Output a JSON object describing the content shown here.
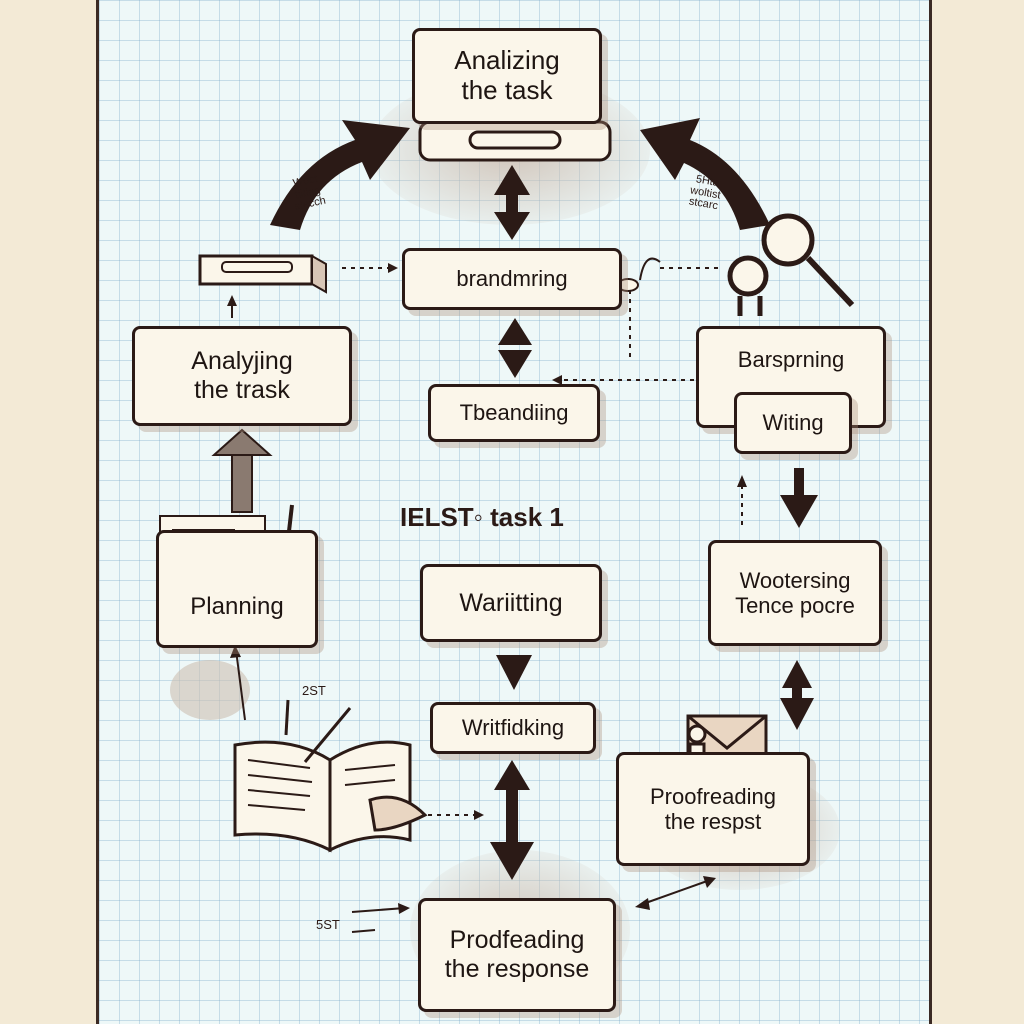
{
  "diagram": {
    "title": "IELST◦ task 1",
    "nodes": {
      "analizing_top": {
        "line1": "Analizing",
        "line2": "the task"
      },
      "brandmring": {
        "label": "brandmring"
      },
      "tbeandiing": {
        "label": "Tbeandiing"
      },
      "analyzing_left": {
        "line1": "Analyjing",
        "line2": "the trask"
      },
      "planning": {
        "label": "Planning"
      },
      "warriting": {
        "label": "Wariitting"
      },
      "writfidking": {
        "label": "Writfidking"
      },
      "prodfeading": {
        "line1": "Prodfeading",
        "line2": "the response"
      },
      "barsprning": {
        "label": "Barsprning"
      },
      "witing": {
        "label": "Witing"
      },
      "wootersing": {
        "line1": "Wootersing",
        "line2": "Tence pocre"
      },
      "proofreading_right": {
        "line1": "Proofreading",
        "line2": "the respst"
      }
    },
    "arrow_labels": {
      "left_arrow": {
        "line1": "Woct",
        "line2": "tiiting",
        "line3": "stecch"
      },
      "right_arrow": {
        "line1": "5Hta",
        "line2": "woltist",
        "line3": "stcarc"
      }
    },
    "small_labels": {
      "label_25t": "2ST",
      "label_55t": "5ST"
    },
    "colors": {
      "ink": "#2b1a16",
      "paper": "#eef8f8",
      "grid": "#9fc4d6",
      "box_fill": "#fbf6ea",
      "shadow": "#c9b8a8",
      "background": "#f3ead6"
    }
  }
}
